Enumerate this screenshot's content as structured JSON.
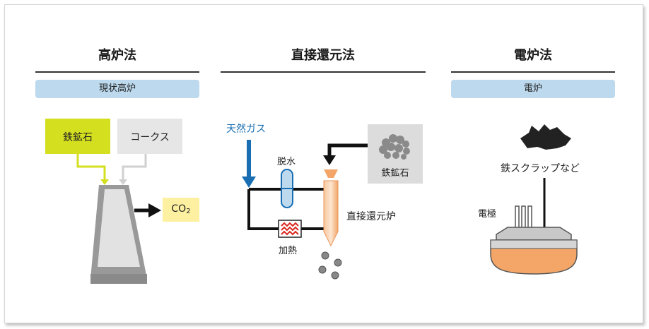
{
  "columns": {
    "blast_furnace": {
      "title": "高炉法",
      "pill": "現状高炉",
      "iron_ore": "鉄鉱石",
      "coke": "コークス",
      "co2_main": "CO",
      "co2_sub": "2"
    },
    "direct_reduction": {
      "title": "直接還元法",
      "natural_gas": "天然ガス",
      "dehydration": "脱水",
      "iron_ore": "鉄鉱石",
      "heating": "加熱",
      "furnace": "直接還元炉"
    },
    "electric_furnace": {
      "title": "電炉法",
      "pill": "電炉",
      "scrap": "鉄スクラップなど",
      "electrode": "電極"
    }
  },
  "colors": {
    "iron_ore_green": "#d4df1f",
    "coke_gray": "#e6e6e6",
    "co2_yellow": "#fdf0a0",
    "pill_blue": "#bcd9ee",
    "gas_blue": "#1a6fb3",
    "molten_orange": "#f3a668",
    "heater_red": "#d9261c"
  }
}
